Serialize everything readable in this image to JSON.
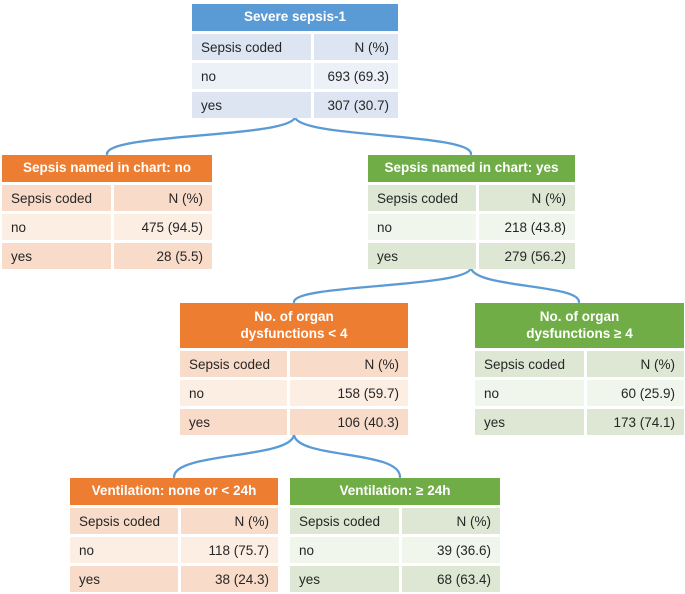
{
  "figure": {
    "description": "Tree of tables showing sepsis coding proportions by chart documentation, organ dysfunctions and ventilation"
  },
  "palette": {
    "blue": {
      "header": "#5B9BD5",
      "dark": "#dce5f1",
      "light": "#ecf1f8"
    },
    "orange": {
      "header": "#ED7D31",
      "dark": "#f8dcc9",
      "light": "#fdeee4"
    },
    "green": {
      "header": "#70AD47",
      "dark": "#dde7d3",
      "light": "#f1f6ec"
    },
    "connector": "#5B9BD5",
    "header_text": "#FFFFFF",
    "body_text": "#262626"
  },
  "col_headers": {
    "label": "Sepsis coded",
    "value": "N (%)"
  },
  "nodes": [
    {
      "title": "Severe sepsis-1",
      "scheme": "blue",
      "rows": [
        {
          "label": "no",
          "value": "693 (69.3)"
        },
        {
          "label": "yes",
          "value": "307 (30.7)"
        }
      ]
    },
    {
      "title": "Sepsis named in chart: no",
      "scheme": "orange",
      "rows": [
        {
          "label": "no",
          "value": "475 (94.5)"
        },
        {
          "label": "yes",
          "value": "28 (5.5)"
        }
      ]
    },
    {
      "title": "Sepsis named in chart: yes",
      "scheme": "green",
      "rows": [
        {
          "label": "no",
          "value": "218 (43.8)"
        },
        {
          "label": "yes",
          "value": "279 (56.2)"
        }
      ]
    },
    {
      "title": "No. of organ dysfunctions < 4",
      "scheme": "orange",
      "rows": [
        {
          "label": "no",
          "value": "158 (59.7)"
        },
        {
          "label": "yes",
          "value": "106 (40.3)"
        }
      ]
    },
    {
      "title": "No. of organ dysfunctions ≥ 4",
      "scheme": "green",
      "rows": [
        {
          "label": "no",
          "value": "60 (25.9)"
        },
        {
          "label": "yes",
          "value": "173 (74.1)"
        }
      ]
    },
    {
      "title": "Ventilation: none or < 24h",
      "scheme": "orange",
      "rows": [
        {
          "label": "no",
          "value": "118 (75.7)"
        },
        {
          "label": "yes",
          "value": "38 (24.3)"
        }
      ]
    },
    {
      "title": "Ventilation: ≥ 24h",
      "scheme": "green",
      "rows": [
        {
          "label": "no",
          "value": "39 (36.6)"
        },
        {
          "label": "yes",
          "value": "68 (63.4)"
        }
      ]
    }
  ]
}
